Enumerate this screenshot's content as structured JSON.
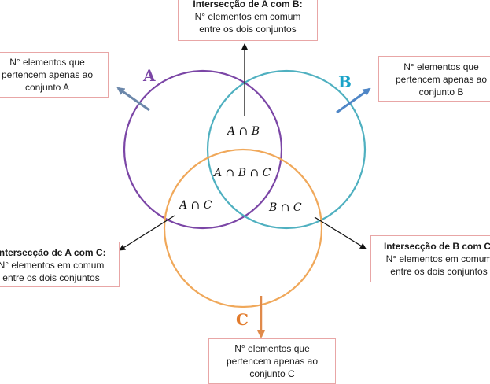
{
  "colors": {
    "set_a": "#7b46a6",
    "set_b": "#4fb0c0",
    "set_c": "#f0a85a",
    "set_b_label": "#1aa3c8",
    "set_c_label": "#e27b2c",
    "arrow_a": "#6b87aa",
    "arrow_b": "#4f86c6",
    "arrow_c": "#e08a4a",
    "box_border": "#e8a6a6"
  },
  "sets": {
    "a": {
      "label": "A"
    },
    "b": {
      "label": "B"
    },
    "c": {
      "label": "C"
    }
  },
  "regions": {
    "ab": "A ∩ B",
    "abc": "A ∩ B ∩ C",
    "ac": "A ∩ C",
    "bc": "B ∩ C"
  },
  "boxes": {
    "inter_ab": {
      "title": "Intersecção de A com B:",
      "line1": "N° elementos em comum",
      "line2": "entre os dois conjuntos"
    },
    "only_a": {
      "line1": "N° elementos que",
      "line2": "pertencem apenas ao",
      "line3": "conjunto A"
    },
    "only_b": {
      "line1": "N° elementos que",
      "line2": "pertencem apenas ao",
      "line3": "conjunto B"
    },
    "inter_ac": {
      "title": "Intersecção de A com C:",
      "line1": "N° elementos em comum",
      "line2": "entre os dois conjuntos"
    },
    "inter_bc": {
      "title": "Intersecção de B com C:",
      "line1": "N° elementos em comum",
      "line2": "entre os dois conjuntos"
    },
    "only_c": {
      "line1": "N° elementos que",
      "line2": "pertencem apenas ao",
      "line3": "conjunto C"
    }
  }
}
